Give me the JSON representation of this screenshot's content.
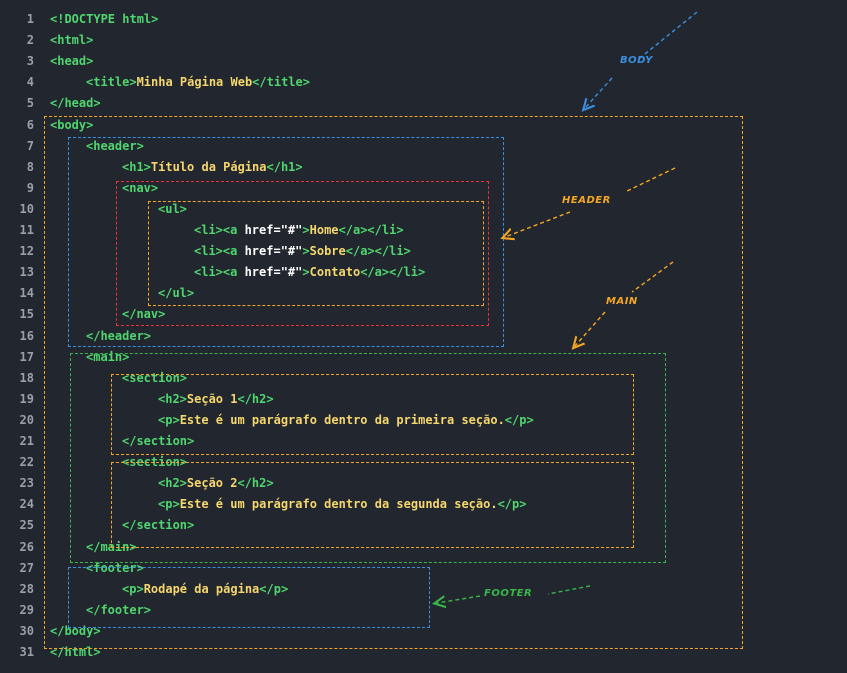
{
  "colors": {
    "background": "#22262e",
    "line_number": "#9aa0a8",
    "tag": "#4fd66f",
    "attribute": "#ffffff",
    "text": "#f5d76e",
    "body_box": "#f5a623",
    "header_box": "#3b8fe0",
    "nav_box": "#e8323c",
    "ul_box": "#f5a623",
    "main_box": "#39b54a",
    "section_box": "#f5a623",
    "footer_box": "#3b8fe0"
  },
  "lines": [
    {
      "n": "1",
      "indent": 0,
      "parts": [
        [
          "tag",
          "<!DOCTYPE html>"
        ]
      ]
    },
    {
      "n": "2",
      "indent": 0,
      "parts": [
        [
          "tag",
          "<html>"
        ]
      ]
    },
    {
      "n": "3",
      "indent": 0,
      "parts": [
        [
          "tag",
          "<head>"
        ]
      ]
    },
    {
      "n": "4",
      "indent": 1,
      "parts": [
        [
          "tag",
          "<title>"
        ],
        [
          "txt",
          "Minha Página Web"
        ],
        [
          "tag",
          "</title>"
        ]
      ]
    },
    {
      "n": "5",
      "indent": 0,
      "parts": [
        [
          "tag",
          "</head>"
        ]
      ]
    },
    {
      "n": "6",
      "indent": 0,
      "parts": [
        [
          "tag",
          "<body>"
        ]
      ]
    },
    {
      "n": "7",
      "indent": 1,
      "parts": [
        [
          "tag",
          "<header>"
        ]
      ]
    },
    {
      "n": "8",
      "indent": 2,
      "parts": [
        [
          "tag",
          "<h1>"
        ],
        [
          "txt",
          "Título da Página"
        ],
        [
          "tag",
          "</h1>"
        ]
      ]
    },
    {
      "n": "9",
      "indent": 2,
      "parts": [
        [
          "tag",
          "<nav>"
        ]
      ]
    },
    {
      "n": "10",
      "indent": 3,
      "parts": [
        [
          "tag",
          "<ul>"
        ]
      ]
    },
    {
      "n": "11",
      "indent": 4,
      "parts": [
        [
          "tag",
          "<li><a "
        ],
        [
          "attr",
          "href="
        ],
        [
          "str",
          "\"#\""
        ],
        [
          "tag",
          ">"
        ],
        [
          "txt",
          "Home"
        ],
        [
          "tag",
          "</a></li>"
        ]
      ]
    },
    {
      "n": "12",
      "indent": 4,
      "parts": [
        [
          "tag",
          "<li><a "
        ],
        [
          "attr",
          "href="
        ],
        [
          "str",
          "\"#\""
        ],
        [
          "tag",
          ">"
        ],
        [
          "txt",
          "Sobre"
        ],
        [
          "tag",
          "</a></li>"
        ]
      ]
    },
    {
      "n": "13",
      "indent": 4,
      "parts": [
        [
          "tag",
          "<li><a "
        ],
        [
          "attr",
          "href="
        ],
        [
          "str",
          "\"#\""
        ],
        [
          "tag",
          ">"
        ],
        [
          "txt",
          "Contato"
        ],
        [
          "tag",
          "</a></li>"
        ]
      ]
    },
    {
      "n": "14",
      "indent": 3,
      "parts": [
        [
          "tag",
          "</ul>"
        ]
      ]
    },
    {
      "n": "15",
      "indent": 2,
      "parts": [
        [
          "tag",
          "</nav>"
        ]
      ]
    },
    {
      "n": "16",
      "indent": 1,
      "parts": [
        [
          "tag",
          "</header>"
        ]
      ]
    },
    {
      "n": "17",
      "indent": 1,
      "parts": [
        [
          "tag",
          "<main>"
        ]
      ]
    },
    {
      "n": "18",
      "indent": 2,
      "parts": [
        [
          "tag",
          "<section>"
        ]
      ]
    },
    {
      "n": "19",
      "indent": 3,
      "parts": [
        [
          "tag",
          "<h2>"
        ],
        [
          "txt",
          "Seção 1"
        ],
        [
          "tag",
          "</h2>"
        ]
      ]
    },
    {
      "n": "20",
      "indent": 3,
      "parts": [
        [
          "tag",
          "<p>"
        ],
        [
          "txt",
          "Este é um parágrafo dentro da primeira seção."
        ],
        [
          "tag",
          "</p>"
        ]
      ]
    },
    {
      "n": "21",
      "indent": 2,
      "parts": [
        [
          "tag",
          "</section>"
        ]
      ]
    },
    {
      "n": "22",
      "indent": 2,
      "parts": [
        [
          "tag",
          "<section>"
        ]
      ]
    },
    {
      "n": "23",
      "indent": 3,
      "parts": [
        [
          "tag",
          "<h2>"
        ],
        [
          "txt",
          "Seção 2"
        ],
        [
          "tag",
          "</h2>"
        ]
      ]
    },
    {
      "n": "24",
      "indent": 3,
      "parts": [
        [
          "tag",
          "<p>"
        ],
        [
          "txt",
          "Este é um parágrafo dentro da segunda seção."
        ],
        [
          "tag",
          "</p>"
        ]
      ]
    },
    {
      "n": "25",
      "indent": 2,
      "parts": [
        [
          "tag",
          "</section>"
        ]
      ]
    },
    {
      "n": "26",
      "indent": 1,
      "parts": [
        [
          "tag",
          "</main>"
        ]
      ]
    },
    {
      "n": "27",
      "indent": 1,
      "parts": [
        [
          "tag",
          "<footer>"
        ]
      ]
    },
    {
      "n": "28",
      "indent": 2,
      "parts": [
        [
          "tag",
          "<p>"
        ],
        [
          "txt",
          "Rodapé da página"
        ],
        [
          "tag",
          "</p>"
        ]
      ]
    },
    {
      "n": "29",
      "indent": 1,
      "parts": [
        [
          "tag",
          "</footer>"
        ]
      ]
    },
    {
      "n": "30",
      "indent": 0,
      "parts": [
        [
          "tag",
          "</body>"
        ]
      ]
    },
    {
      "n": "31",
      "indent": 0,
      "parts": [
        [
          "tag",
          "</html>"
        ]
      ]
    }
  ],
  "labels": {
    "body": "BODY",
    "header": "HEADER",
    "main": "MAIN",
    "footer": "FOOTER"
  }
}
